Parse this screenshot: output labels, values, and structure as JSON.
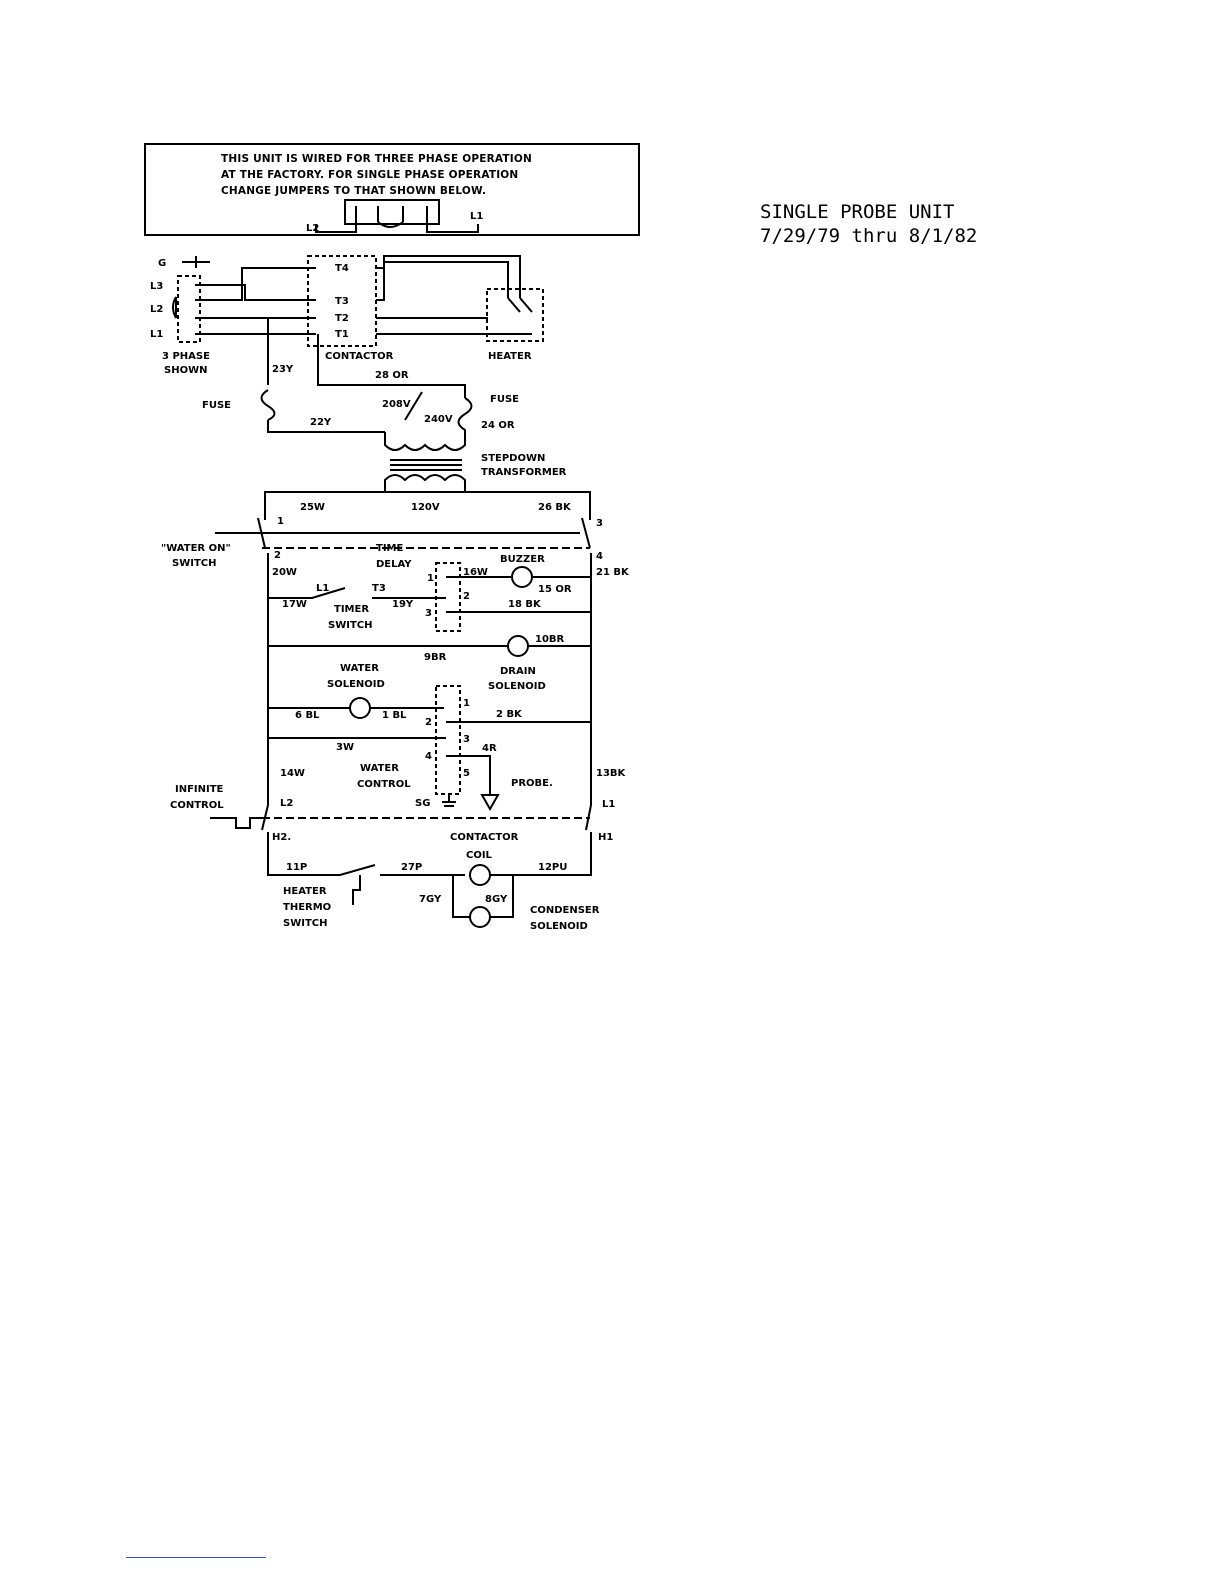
{
  "notice": {
    "line1": "THIS UNIT IS WIRED FOR THREE PHASE OPERATION",
    "line2": "AT THE FACTORY. FOR SINGLE PHASE OPERATION",
    "line3": "CHANGE JUMPERS TO THAT SHOWN BELOW."
  },
  "jumper_labels": {
    "left": "L2",
    "right": "L1"
  },
  "side_note": {
    "line1": "SINGLE PROBE UNIT",
    "line2": "7/29/79 thru 8/1/82"
  },
  "labels": {
    "g": "G",
    "l3": "L3",
    "l2": "L2",
    "l1": "L1",
    "three_phase_1": "3 PHASE",
    "three_phase_2": "SHOWN",
    "t4": "T4",
    "t3": "T3",
    "t2": "T2",
    "t1": "T1",
    "contactor": "CONTACTOR",
    "heater": "HEATER",
    "w23": "23Y",
    "w28": "28 OR",
    "fuse_left": "FUSE",
    "fuse_right": "FUSE",
    "v208": "208V",
    "v240": "240V",
    "w22": "22Y",
    "w24": "24 OR",
    "stepdown_1": "STEPDOWN",
    "stepdown_2": "TRANSFORMER",
    "w25": "25W",
    "v120": "120V",
    "w26": "26 BK",
    "n1": "1",
    "n3": "3",
    "n2": "2",
    "n4": "4",
    "water_on_1": "\"WATER ON\"",
    "water_on_2": "SWITCH",
    "time_1": "TIME",
    "time_2": "DELAY",
    "w20": "20W",
    "buzzer": "BUZZER",
    "w21": "21 BK",
    "td1": "1",
    "w16": "16W",
    "w15": "15 OR",
    "tl1": "L1",
    "tt3": "T3",
    "td2": "2",
    "w17": "17W",
    "timer_1": "TIMER",
    "w19": "19Y",
    "td3": "3",
    "w18": "18 BK",
    "switch": "SWITCH",
    "w10": "10BR",
    "w9": "9BR",
    "water_1": "WATER",
    "water_2": "SOLENOID",
    "drain_1": "DRAIN",
    "drain_2": "SOLENOID",
    "wc1": "1",
    "w6": "6 BL",
    "w1": "1 BL",
    "wc2": "2",
    "w2": "2 BK",
    "w3": "3W",
    "wc3": "3",
    "wc4": "4",
    "w4": "4R",
    "w14": "14W",
    "wctl_1": "WATER",
    "wctl_2": "CONTROL",
    "wc5": "5",
    "probe": "PROBE.",
    "w13": "13BK",
    "infinite_1": "INFINITE",
    "infinite_2": "CONTROL",
    "cl2": "L2",
    "sg": "SG",
    "cl1": "L1",
    "h2": "H2.",
    "h1": "H1",
    "cc_1": "CONTACTOR",
    "cc_2": "COIL",
    "w11": "11P",
    "w27": "27P",
    "w12": "12PU",
    "ht_1": "HEATER",
    "ht_2": "THERMO",
    "ht_3": "SWITCH",
    "w7": "7GY",
    "w8": "8GY",
    "cond_1": "CONDENSER",
    "cond_2": "SOLENOID"
  }
}
